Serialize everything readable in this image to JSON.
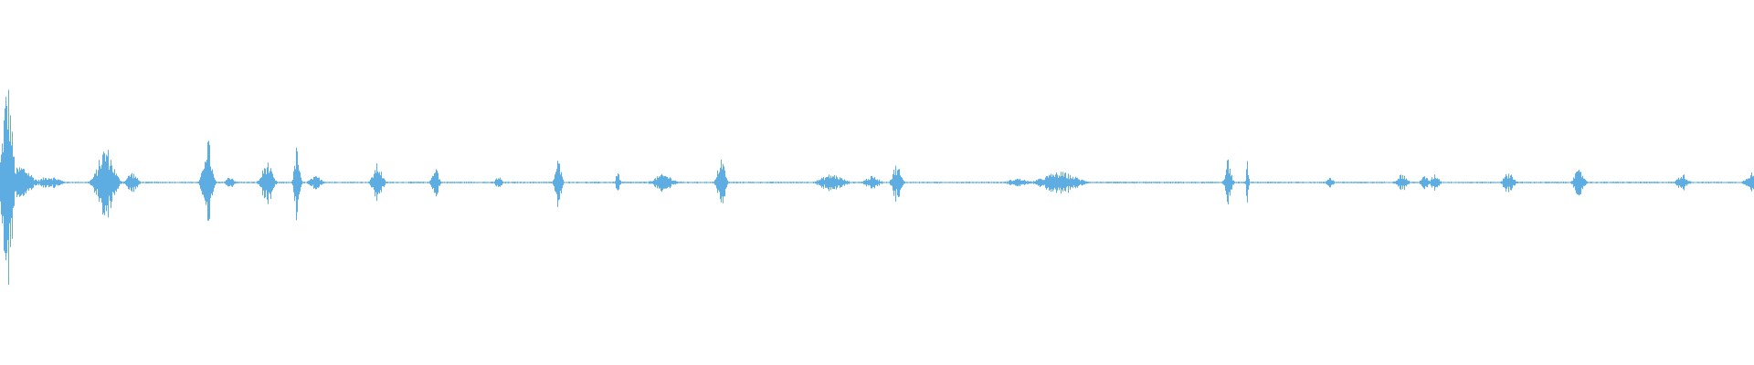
{
  "waveform": {
    "color": "#5dade2",
    "background": "#ffffff",
    "duration_fraction_segments": [
      {
        "center": 0.004,
        "width": 0.01,
        "amp": 0.48
      },
      {
        "center": 0.012,
        "width": 0.02,
        "amp": 0.08
      },
      {
        "center": 0.028,
        "width": 0.02,
        "amp": 0.03
      },
      {
        "center": 0.06,
        "width": 0.016,
        "amp": 0.17
      },
      {
        "center": 0.075,
        "width": 0.01,
        "amp": 0.05
      },
      {
        "center": 0.118,
        "width": 0.008,
        "amp": 0.22
      },
      {
        "center": 0.131,
        "width": 0.008,
        "amp": 0.03
      },
      {
        "center": 0.152,
        "width": 0.01,
        "amp": 0.1
      },
      {
        "center": 0.169,
        "width": 0.005,
        "amp": 0.17
      },
      {
        "center": 0.18,
        "width": 0.012,
        "amp": 0.03
      },
      {
        "center": 0.215,
        "width": 0.009,
        "amp": 0.09
      },
      {
        "center": 0.248,
        "width": 0.006,
        "amp": 0.09
      },
      {
        "center": 0.284,
        "width": 0.006,
        "amp": 0.03
      },
      {
        "center": 0.318,
        "width": 0.006,
        "amp": 0.11
      },
      {
        "center": 0.352,
        "width": 0.004,
        "amp": 0.05
      },
      {
        "center": 0.378,
        "width": 0.018,
        "amp": 0.04
      },
      {
        "center": 0.411,
        "width": 0.007,
        "amp": 0.13
      },
      {
        "center": 0.474,
        "width": 0.022,
        "amp": 0.04
      },
      {
        "center": 0.497,
        "width": 0.014,
        "amp": 0.03
      },
      {
        "center": 0.511,
        "width": 0.008,
        "amp": 0.09
      },
      {
        "center": 0.58,
        "width": 0.018,
        "amp": 0.02
      },
      {
        "center": 0.604,
        "width": 0.034,
        "amp": 0.05
      },
      {
        "center": 0.7,
        "width": 0.006,
        "amp": 0.11
      },
      {
        "center": 0.711,
        "width": 0.002,
        "amp": 0.14
      },
      {
        "center": 0.758,
        "width": 0.006,
        "amp": 0.03
      },
      {
        "center": 0.799,
        "width": 0.01,
        "amp": 0.04
      },
      {
        "center": 0.812,
        "width": 0.008,
        "amp": 0.03
      },
      {
        "center": 0.818,
        "width": 0.008,
        "amp": 0.04
      },
      {
        "center": 0.86,
        "width": 0.01,
        "amp": 0.05
      },
      {
        "center": 0.9,
        "width": 0.01,
        "amp": 0.06
      },
      {
        "center": 0.959,
        "width": 0.01,
        "amp": 0.04
      },
      {
        "center": 0.998,
        "width": 0.01,
        "amp": 0.05
      }
    ],
    "baseline_amp": 0.004
  }
}
